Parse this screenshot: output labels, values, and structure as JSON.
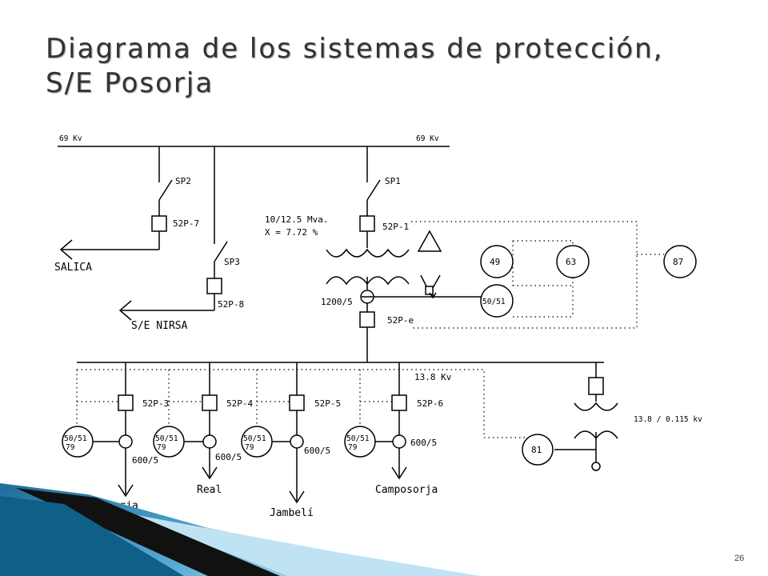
{
  "slide": {
    "title_line1": "Diagrama de los sistemas de protección,",
    "title_line2": "S/E Posorja",
    "number": "26"
  },
  "diagram": {
    "bus_69_left": "69 Kv",
    "bus_69_right": "69 Kv",
    "bus_138": "13.8 Kv",
    "switch_sp2": "SP2",
    "switch_sp3": "SP3",
    "switch_sp1": "SP1",
    "breaker_52p7": "52P-7",
    "breaker_52p8": "52P-8",
    "breaker_52p1": "52P-1",
    "breaker_52pe": "52P-e",
    "breaker_52p3": "52P-3",
    "breaker_52p4": "52P-4",
    "breaker_52p5": "52P-5",
    "breaker_52p6": "52P-6",
    "feeder_salica": "SALICA",
    "feeder_nirsa": "S/E NIRSA",
    "feeder_posorja": "Posorja",
    "feeder_real": "Real",
    "feeder_jambeli": "Jambelí",
    "feeder_camposorja": "Camposorja",
    "transformer_rating": "10/12.5 Mva.",
    "transformer_impedance": "X = 7.72 %",
    "aux_transformer_ratio": "13.8 / 0.115 kv",
    "ct_main": "1200/5",
    "ct_feeder_1": "600/5",
    "ct_feeder_2": "600/5",
    "ct_feeder_3": "600/5",
    "ct_feeder_4": "600/5",
    "relay_49": "49",
    "relay_63": "63",
    "relay_87": "87",
    "relay_main_5051": "50/51",
    "relay_81": "81",
    "relay_f1_top": "50/51",
    "relay_f1_bot": "79",
    "relay_f2_top": "50/51",
    "relay_f2_bot": "79",
    "relay_f3_top": "50/51",
    "relay_f3_bot": "79",
    "relay_f4_top": "50/51",
    "relay_f4_bot": "79"
  },
  "colors": {
    "title_text": "#333333",
    "decor_dark": "#111111",
    "decor_blue_dark": "#1d6f99",
    "decor_blue_light": "#7fc4e4"
  }
}
